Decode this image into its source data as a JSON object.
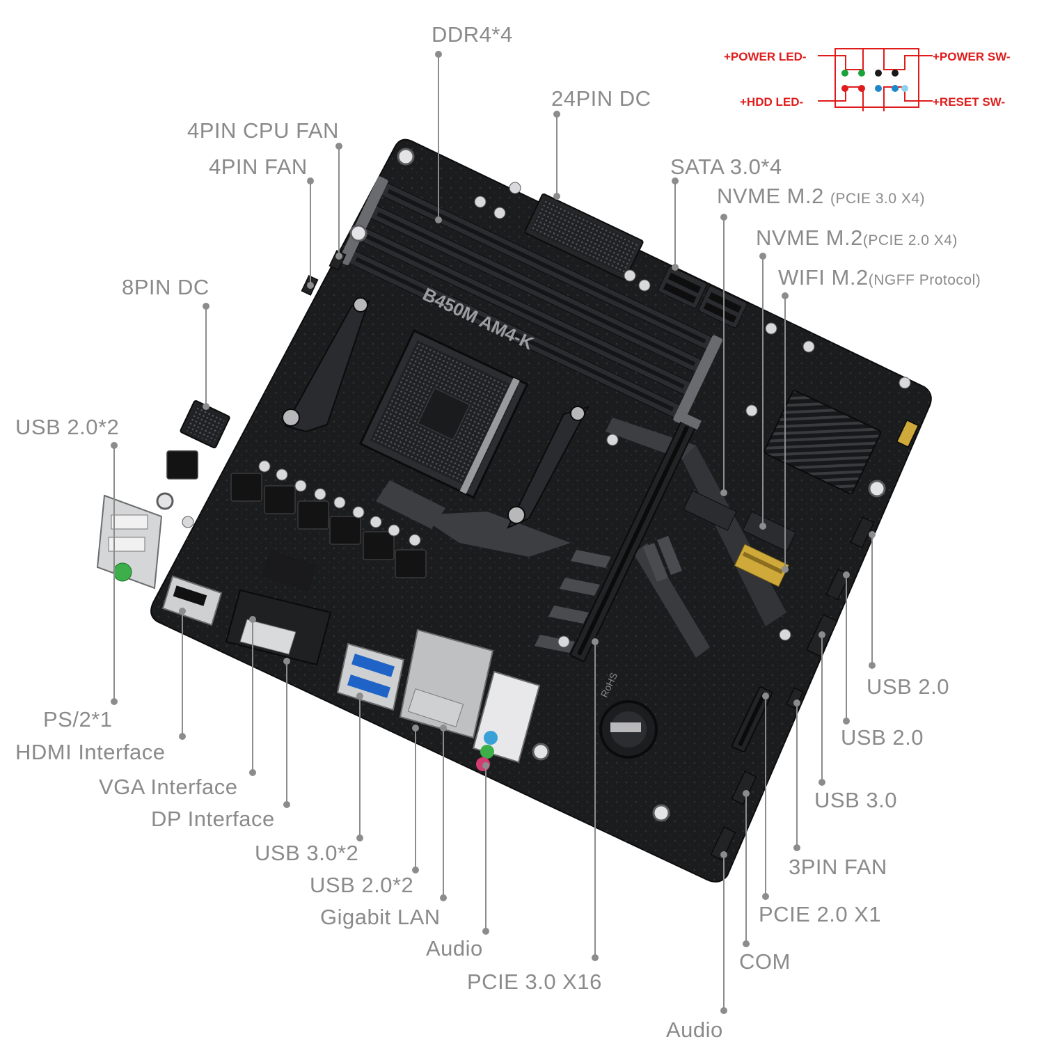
{
  "board": {
    "model_label": "B450M AM4-K",
    "silk_rohs": "RoHS"
  },
  "labels": {
    "ddr4": "DDR4*4",
    "pin24": "24PIN DC",
    "cpu_fan": "4PIN CPU FAN",
    "fan4": "4PIN FAN",
    "sata": "SATA 3.0*4",
    "nvme1": "NVME M.2",
    "nvme1_sub": "(PCIE 3.0 X4)",
    "nvme2": "NVME M.2",
    "nvme2_sub": "(PCIE 2.0 X4)",
    "wifi": "WIFI M.2",
    "wifi_sub": "(NGFF Protocol)",
    "pin8": "8PIN DC",
    "usb2x2_top": "USB 2.0*2",
    "ps2": "PS/2*1",
    "hdmi": "HDMI Interface",
    "vga": "VGA Interface",
    "dp": "DP Interface",
    "usb3x2": "USB 3.0*2",
    "usb2x2_bot": "USB 2.0*2",
    "lan": "Gigabit LAN",
    "audio_rear": "Audio",
    "pcie16": "PCIE 3.0 X16",
    "usb2_a": "USB 2.0",
    "usb2_b": "USB 2.0",
    "usb3": "USB 3.0",
    "fan3": "3PIN FAN",
    "pcie1": "PCIE 2.0 X1",
    "com": "COM",
    "audio_front": "Audio"
  },
  "front_panel": {
    "power_led": "+POWER LED-",
    "power_sw": "+POWER SW-",
    "hdd_led": "+HDD LED-",
    "reset_sw": "+RESET SW-",
    "accent": "#e01b1b",
    "pin_colors": [
      "#1aa33a",
      "#1aa33a",
      "#1a1a1a",
      "#1a1a1a",
      "#e01b1b",
      "#e01b1b",
      "#1e86c9",
      "#1e86c9",
      "#8fd0ee"
    ]
  },
  "colors": {
    "label": "#8a8a8a",
    "leader": "#8c8c8c",
    "board": "#1b1c1e",
    "usb3_port": "#1f63c6",
    "audio_blue": "#3aa0d8",
    "audio_green": "#3cae4a",
    "audio_pink": "#d33c72"
  }
}
